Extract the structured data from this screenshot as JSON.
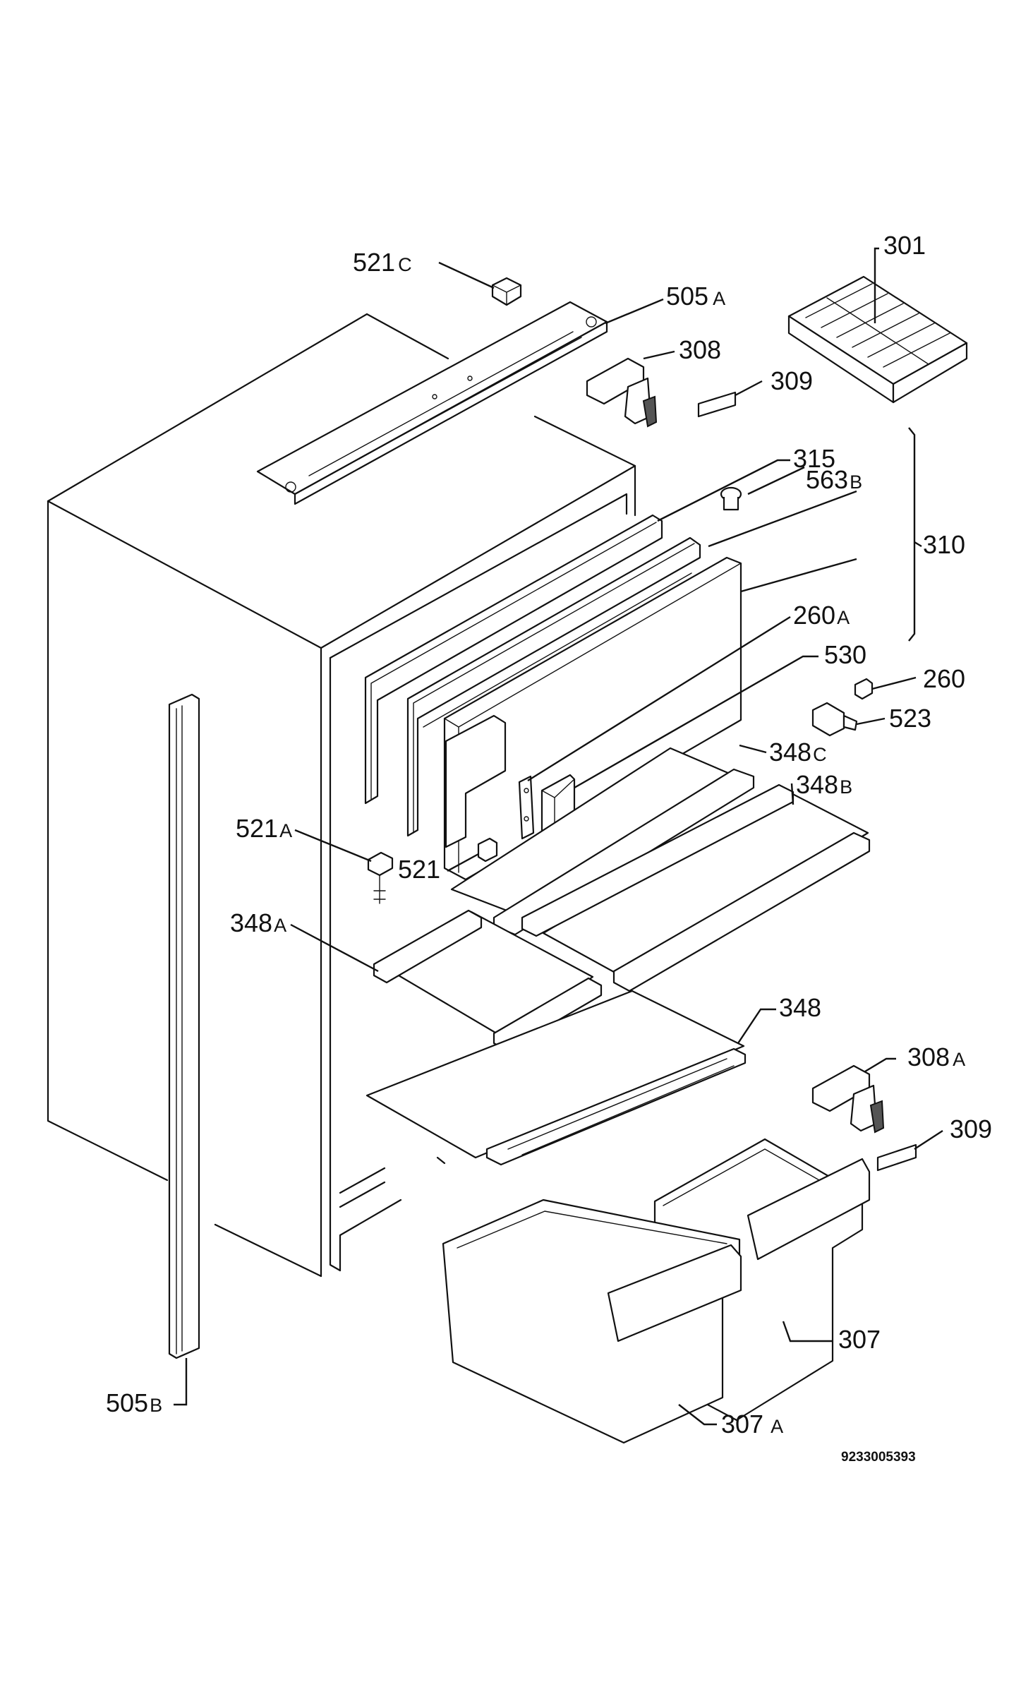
{
  "drawing_number": "9233005393",
  "callouts": {
    "c301": {
      "num": "301",
      "suffix": ""
    },
    "c505a": {
      "num": "505",
      "suffix": "A"
    },
    "c521c": {
      "num": "521",
      "suffix": "C"
    },
    "c308": {
      "num": "308",
      "suffix": ""
    },
    "c309a": {
      "num": "309",
      "suffix": ""
    },
    "c315": {
      "num": "315",
      "suffix": ""
    },
    "c563b": {
      "num": "563",
      "suffix": "B"
    },
    "c310": {
      "num": "310",
      "suffix": ""
    },
    "c260a": {
      "num": "260",
      "suffix": "A"
    },
    "c530": {
      "num": "530",
      "suffix": ""
    },
    "c260": {
      "num": "260",
      "suffix": ""
    },
    "c523": {
      "num": "523",
      "suffix": ""
    },
    "c348c": {
      "num": "348",
      "suffix": "C"
    },
    "c348b": {
      "num": "348",
      "suffix": "B"
    },
    "c521a": {
      "num": "521",
      "suffix": "A"
    },
    "c521": {
      "num": "521",
      "suffix": ""
    },
    "c348a": {
      "num": "348",
      "suffix": "A"
    },
    "c348": {
      "num": "348",
      "suffix": ""
    },
    "c308a": {
      "num": "308",
      "suffix": "A"
    },
    "c309b": {
      "num": "309",
      "suffix": ""
    },
    "c307": {
      "num": "307",
      "suffix": ""
    },
    "c307a": {
      "num": "307",
      "suffix": "A"
    },
    "c505b": {
      "num": "505",
      "suffix": "B"
    }
  }
}
